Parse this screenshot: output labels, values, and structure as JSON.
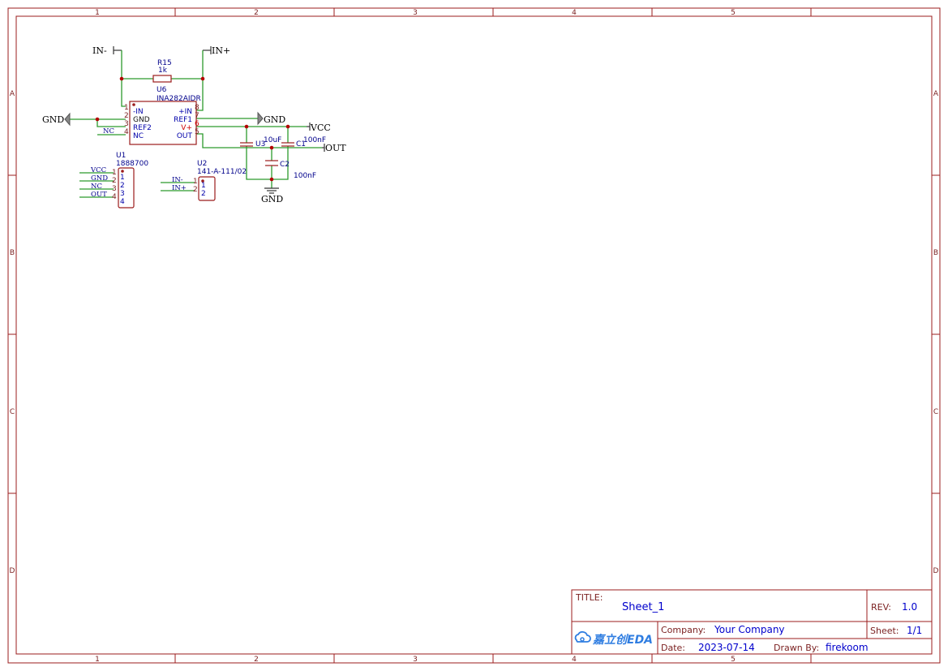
{
  "rulers": {
    "columns": [
      "1",
      "2",
      "3",
      "4",
      "5"
    ],
    "rows": [
      "A",
      "B",
      "C",
      "D"
    ]
  },
  "title_block": {
    "title_label": "TITLE:",
    "title_value": "Sheet_1",
    "rev_label": "REV:",
    "rev_value": "1.0",
    "company_label": "Company:",
    "company_value": "Your Company",
    "sheet_label": "Sheet:",
    "sheet_value": "1/1",
    "date_label": "Date:",
    "date_value": "2023-07-14",
    "drawn_label": "Drawn By:",
    "drawn_value": "firekoom",
    "logo_text": "嘉立创EDA",
    "logo_icon": "cloud-icon"
  },
  "schematic": {
    "net_in_minus": "IN-",
    "net_in_plus": "IN+",
    "net_gnd_left": "GND",
    "net_gnd_right": "GND",
    "net_gnd_bottom": "GND",
    "net_vcc": "VCC",
    "net_out": "OUT",
    "r15": {
      "ref": "R15",
      "value": "1k"
    },
    "u6": {
      "ref": "U6",
      "value": "INA282AIDR",
      "left_pins": [
        {
          "num": "1",
          "name": "-IN"
        },
        {
          "num": "2",
          "name": "GND"
        },
        {
          "num": "3",
          "name": "REF2"
        },
        {
          "num": "4",
          "name": "NC"
        }
      ],
      "right_pins": [
        {
          "num": "8",
          "name": "+IN"
        },
        {
          "num": "7",
          "name": "REF1"
        },
        {
          "num": "6",
          "name": "V+"
        },
        {
          "num": "5",
          "name": "OUT"
        }
      ],
      "nc_label": "NC"
    },
    "u3": {
      "ref": "U3",
      "value": "10uF"
    },
    "c1": {
      "ref": "C1",
      "value": "100nF"
    },
    "c2": {
      "ref": "C2",
      "value": "100nF"
    },
    "u1": {
      "ref": "U1",
      "value": "1888700",
      "pins": [
        "1",
        "2",
        "3",
        "4"
      ],
      "nets": [
        "VCC",
        "GND",
        "NC",
        "OUT"
      ]
    },
    "u2": {
      "ref": "U2",
      "value": "141-A-111/02",
      "pins": [
        "1",
        "2"
      ],
      "nets": [
        "IN-",
        "IN+"
      ]
    }
  }
}
